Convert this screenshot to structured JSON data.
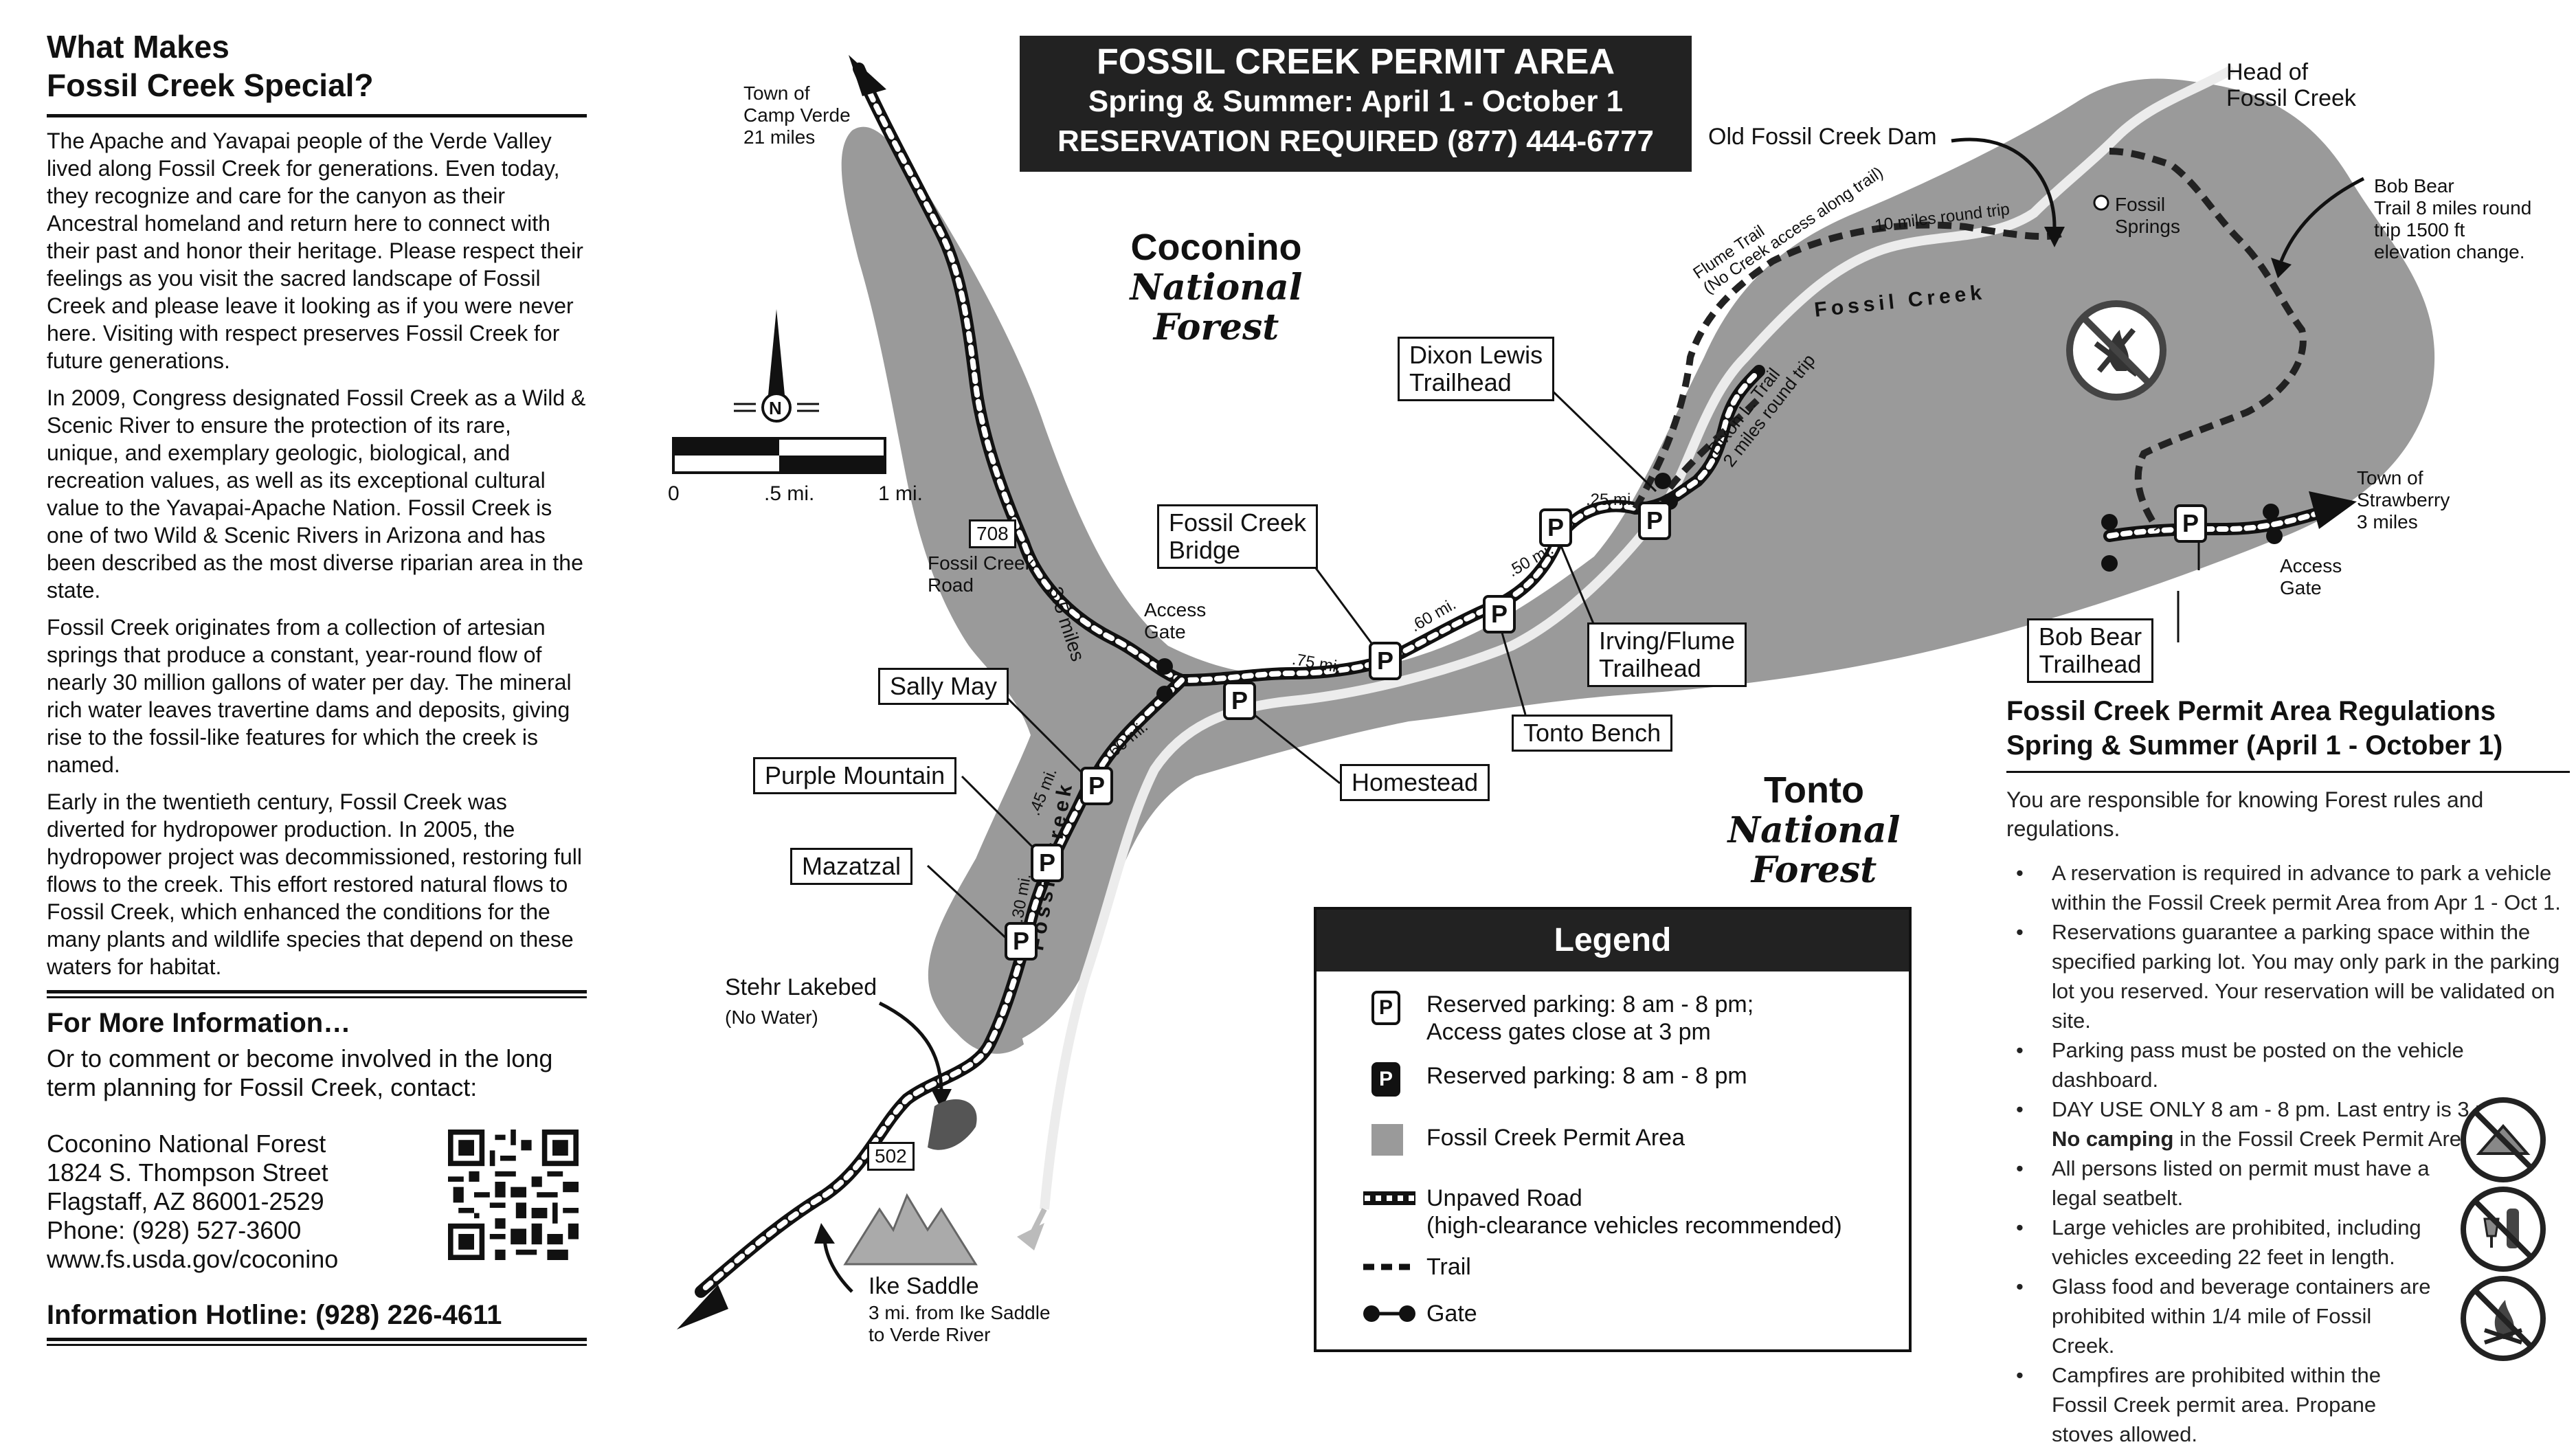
{
  "sidebar": {
    "heading_line1": "What Makes",
    "heading_line2": "Fossil Creek Special?",
    "paragraphs": [
      "The Apache and Yavapai people of the Verde Valley lived along Fossil Creek for generations. Even today, they recognize and care for the canyon as their Ancestral homeland and return here to connect with their past and honor their heritage. Please respect their feelings as you visit the sacred landscape of Fossil Creek and please leave it looking as if you were never here. Visiting with respect preserves Fossil Creek for future generations.",
      "In 2009, Congress designated Fossil Creek as a Wild & Scenic River to ensure the protection of its rare, unique, and exemplary geologic, biological, and recreation values, as well as its exceptional cultural value to the Yavapai-Apache Nation. Fossil Creek is one of two Wild & Scenic Rivers in Arizona and has been described as the most diverse riparian area in the state.",
      "Fossil Creek originates from a collection of artesian springs that produce a constant, year-round flow of nearly 30 million gallons of water per day. The mineral rich water leaves travertine dams and deposits, giving rise to the fossil-like features for which the creek is named.",
      "Early in the twentieth century, Fossil Creek was diverted for hydropower production. In 2005, the hydropower project was decommissioned, restoring full flows to the creek. This effort restored natural flows to Fossil Creek, which enhanced the conditions for the many plants and wildlife species that depend on these waters for habitat."
    ],
    "more_info_heading": "For More Information…",
    "more_info_text": "Or to comment or become involved in the long term planning for Fossil Creek, contact:",
    "contact": [
      "Coconino National Forest",
      "1824 S. Thompson Street",
      "Flagstaff, AZ 86001-2529",
      "Phone: (928) 527-3600",
      "www.fs.usda.gov/coconino"
    ],
    "hotline": "Information Hotline: (928) 226-4611"
  },
  "title": {
    "line1": "FOSSIL CREEK PERMIT AREA",
    "line2": "Spring & Summer: April 1 - October 1",
    "line3": "RESERVATION REQUIRED (877) 444-6777"
  },
  "map": {
    "forest_north": [
      "Coconino",
      "National Forest"
    ],
    "forest_south": [
      "Tonto",
      "National Forest"
    ],
    "scale": {
      "n_label": "N",
      "ticks": [
        "0",
        ".5 mi.",
        "1 mi."
      ]
    },
    "places": {
      "camp_verde": [
        "Town of",
        "Camp Verde",
        "21 miles"
      ],
      "strawberry": [
        "Town of",
        "Strawberry",
        "3 miles"
      ],
      "head_of_creek": [
        "Head of",
        "Fossil Creek"
      ],
      "old_dam": "Old Fossil Creek Dam",
      "fossil_springs": [
        "Fossil",
        "Springs"
      ],
      "bob_bear_trail": [
        "Bob Bear",
        "Trail 8 miles round",
        "trip 1500 ft",
        "elevation change."
      ],
      "fossil_creek_road": [
        "Fossil Creek",
        "Road"
      ],
      "access_gate_west": [
        "Access",
        "Gate"
      ],
      "access_gate_east": [
        "Access",
        "Gate"
      ],
      "stehr_lakebed": "Stehr Lakebed",
      "stehr_note": "(No Water)",
      "ike_saddle": "Ike Saddle",
      "ike_note": [
        "3 mi. from Ike Saddle",
        "to Verde River"
      ],
      "creek_name_north": "Fossil  Creek",
      "creek_name_south": "Fossil  Creek",
      "flume_trail": [
        "Flume Trail",
        "(No Creek access along trail)"
      ],
      "flume_miles": "10 miles round trip",
      "dixon_trail": [
        "Dixon L. Trail",
        "2 miles round trip"
      ],
      "road_708": "708",
      "road_502": "502"
    },
    "distances": [
      "3.5 miles",
      ".60 mi.",
      ".75 mi.",
      ".60 mi.",
      ".50 mi.",
      ".25 mi.",
      ".45 mi.",
      ".30 mi."
    ],
    "callouts": {
      "dixon_lewis": [
        "Dixon Lewis",
        "Trailhead"
      ],
      "fossil_creek_bridge": [
        "Fossil Creek",
        "Bridge"
      ],
      "sally_may": "Sally May",
      "purple_mountain": "Purple Mountain",
      "mazatzal": "Mazatzal",
      "homestead": "Homestead",
      "tonto_bench": "Tonto Bench",
      "irving_flume": [
        "Irving/Flume",
        "Trailhead"
      ],
      "bob_bear": [
        "Bob Bear",
        "Trailhead"
      ]
    },
    "parking_symbol": "P"
  },
  "legend": {
    "title": "Legend",
    "reserved_gates": [
      "Reserved parking: 8 am - 8 pm;",
      "Access gates close at 3 pm"
    ],
    "reserved": "Reserved parking: 8 am - 8 pm",
    "permit_area": "Fossil Creek Permit Area",
    "unpaved": [
      "Unpaved Road",
      "(high-clearance vehicles recommended)"
    ],
    "trail": "Trail",
    "gate": "Gate"
  },
  "regulations": {
    "title_line1": "Fossil Creek Permit Area Regulations",
    "title_line2": "Spring & Summer (April 1 - October 1)",
    "intro": "You are responsible for knowing Forest rules and regulations.",
    "items": [
      "A reservation is required in advance to park a vehicle within the Fossil Creek permit Area from Apr 1 - Oct 1.",
      "Reservations guarantee a parking space within the specified parking lot. You may only park in the parking lot you reserved. Your reservation will be validated on site.",
      "Parking pass must be posted on the vehicle dashboard.",
      "DAY USE ONLY 8 am - 8 pm. Last entry is 3 pm."
    ],
    "no_camping_bold": "No camping",
    "no_camping_rest": " in the Fossil Creek Permit Area.",
    "items2": [
      "All persons listed on permit must have a legal seatbelt.",
      "Large vehicles are prohibited, including vehicles exceeding 22 feet in length.",
      "Glass food and beverage containers are prohibited within 1/4 mile of Fossil Creek.",
      "Campfires are prohibited within the Fossil Creek permit area. Propane stoves allowed."
    ]
  },
  "colors": {
    "permit_area": "#9a9a9a",
    "dark": "#222222",
    "creek": "#e6e6e6"
  }
}
